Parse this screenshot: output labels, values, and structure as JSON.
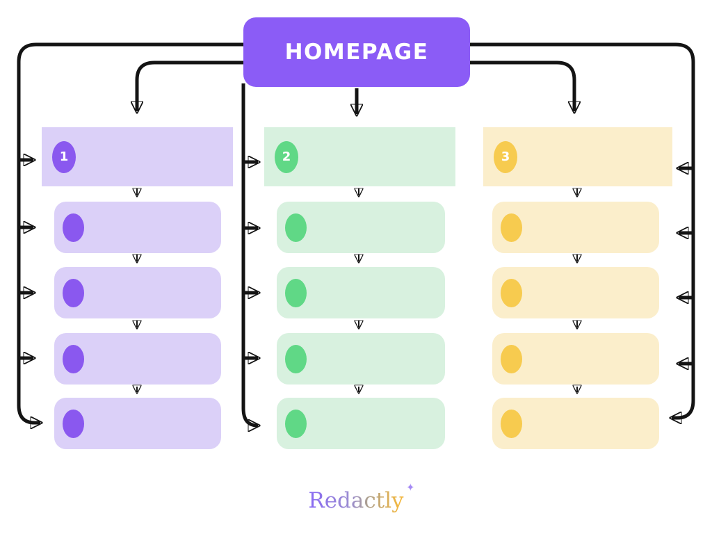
{
  "homepage": {
    "label": "HOMEPAGE"
  },
  "columns": [
    {
      "badge": "1",
      "theme": "purple",
      "sub_item_count": 4
    },
    {
      "badge": "2",
      "theme": "green",
      "sub_item_count": 4
    },
    {
      "badge": "3",
      "theme": "yellow",
      "sub_item_count": 4
    }
  ],
  "footer": {
    "logo_text": "Redactly",
    "sparkle": "✦"
  },
  "colors": {
    "homepage_purple": "#8B5CF6",
    "purple_light": "#DBD0F8",
    "purple_accent": "#8A58EF",
    "green_light": "#D8F1DF",
    "green_accent": "#60D886",
    "yellow_light": "#FBEECB",
    "yellow_accent": "#F7CB4F",
    "arrow": "#141414"
  }
}
